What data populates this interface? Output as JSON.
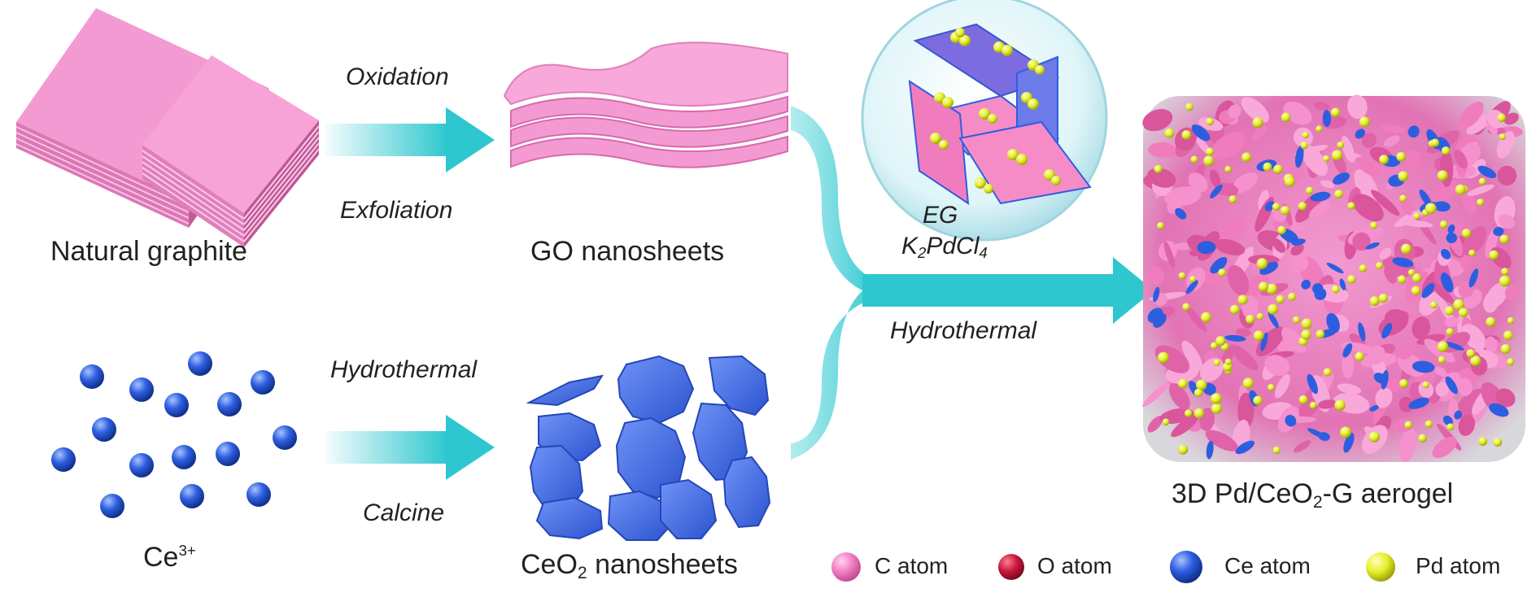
{
  "labels": {
    "natural_graphite": "Natural graphite",
    "go_nanosheets": "GO nanosheets",
    "ce_ion": {
      "base": "Ce",
      "sup": "3+"
    },
    "ceo2_nanosheets": {
      "a": "CeO",
      "sub": "2",
      "b": " nanosheets"
    },
    "aerogel": {
      "a": "3D Pd/CeO",
      "sub": "2",
      "b": "-G aerogel"
    }
  },
  "steps": {
    "oxidation": "Oxidation",
    "exfoliation": "Exfoliation",
    "hydrothermal_top": "Hydrothermal",
    "calcine": "Calcine",
    "eg": "EG",
    "k2pdcl4": {
      "a": "K",
      "s1": "2",
      "b": "PdCl",
      "s2": "4"
    },
    "hydrothermal_merge": "Hydrothermal"
  },
  "legend": [
    {
      "label": "C atom",
      "color": "#f06fb4",
      "icon": "pink-sphere-icon"
    },
    {
      "label": "O atom",
      "color": "#c8163c",
      "icon": "red-sphere-icon"
    },
    {
      "label": "Ce atom",
      "color": "#2e5ee0",
      "icon": "blue-sphere-icon"
    },
    {
      "label": "Pd atom",
      "color": "#e6ef2a",
      "icon": "yellow-sphere-icon"
    }
  ],
  "colors": {
    "graphene_pink": "#f49ad2",
    "arrow_teal": "#2ec7cf",
    "ceria_blue": "#3f6fe6"
  }
}
